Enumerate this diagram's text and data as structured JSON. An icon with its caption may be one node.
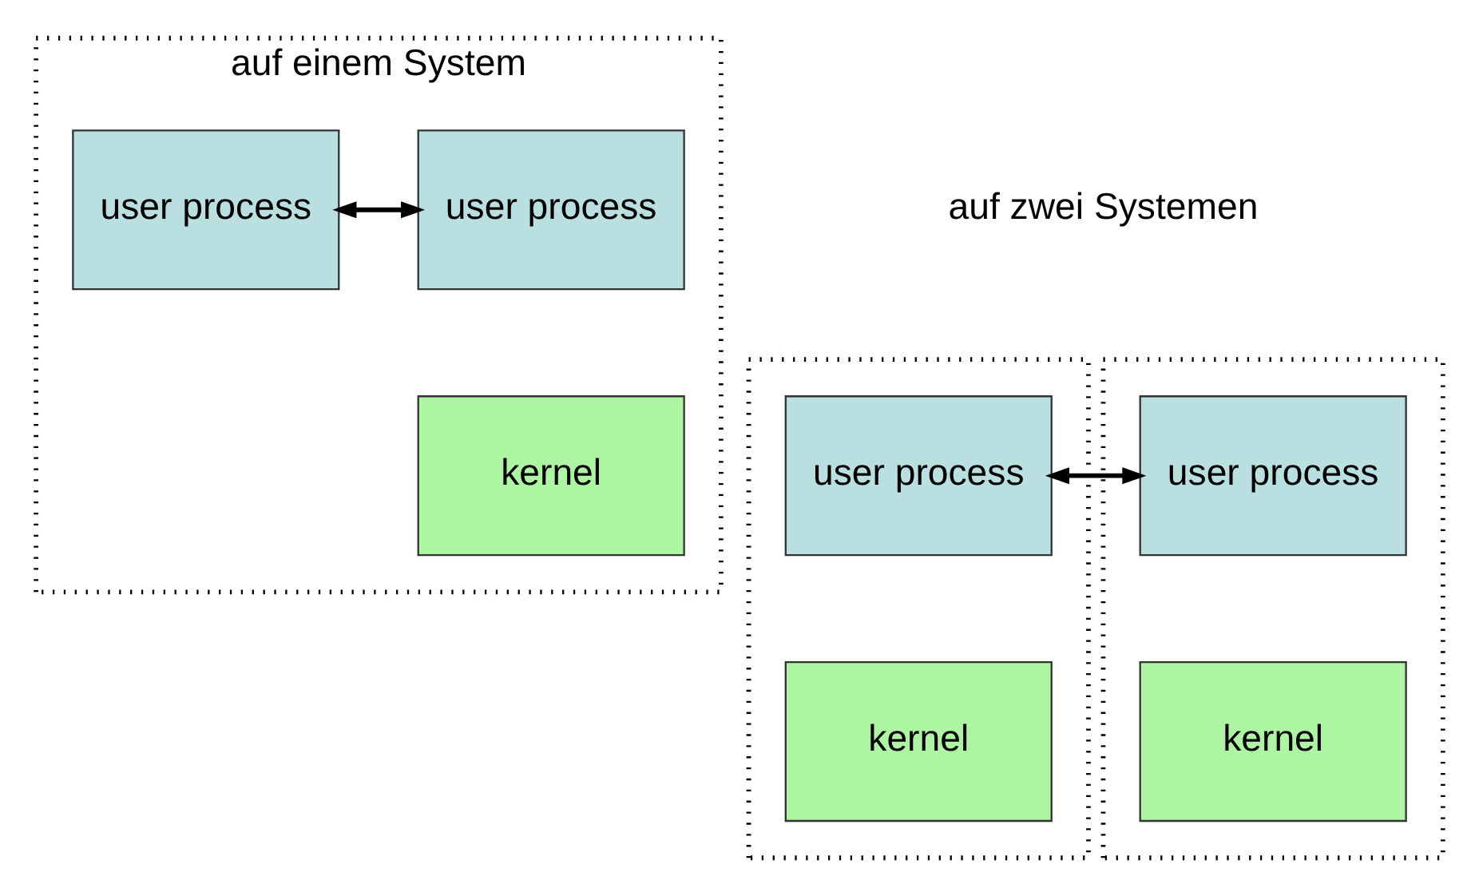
{
  "diagram": {
    "nodes": [
      {
        "text": [
          "auf einem System"
        ]
      },
      {
        "text": [
          "user process"
        ],
        "in": 0
      },
      {
        "text": [
          "user process"
        ],
        "in": 0
      },
      {
        "text": [
          "kernel"
        ],
        "in": 0
      },
      {
        "text": [],
        "shape": "box"
      },
      {
        "text": [
          "user process"
        ],
        "in": 4
      },
      {
        "text": [
          "kernel"
        ],
        "in": 4
      },
      {
        "text": [],
        "shape": "box"
      },
      {
        "text": [
          "user process"
        ],
        "in": 7
      },
      {
        "text": [
          "kernel"
        ],
        "in": 7
      }
    ],
    "edges": [
      {
        "from": 1,
        "to": 2,
        "arrow": "both"
      },
      {
        "from": 5,
        "to": 8,
        "arrow": "both"
      }
    ],
    "labels": [
      "auf zwei Systemen"
    ]
  }
}
